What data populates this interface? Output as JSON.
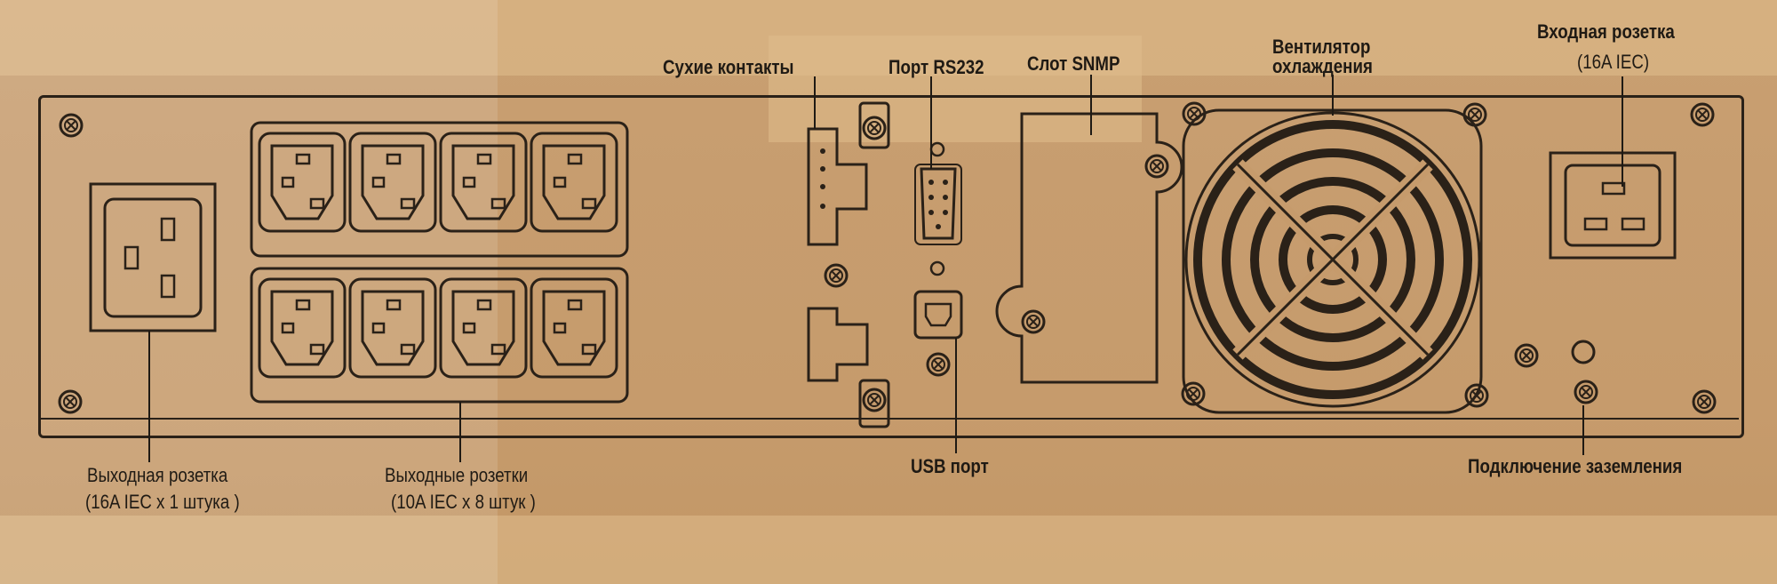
{
  "labels": {
    "dry_contacts": "Сухие контакты",
    "rs232_port": "Порт RS232",
    "snmp_slot": "Слот SNMP",
    "fan_line1": "Вентилятор",
    "fan_line2": "охлаждения",
    "input_line1": "Входная розетка",
    "input_line2": "(16A IEC)",
    "output16_line1": "Выходная розетка",
    "output16_line2": "(16A IEC x 1 штука )",
    "output10_line1": "Выходные розетки",
    "output10_line2": "(10A IEC x 8 штук )",
    "usb_port": "USB порт",
    "ground": "Подключение заземления"
  },
  "icons": {
    "screw": "screw-icon",
    "outlet_c13": "iec-c13-outlet-icon",
    "outlet_c19": "iec-c19-outlet-icon",
    "inlet_c20": "iec-c20-inlet-icon",
    "db9": "db9-port-icon",
    "usb_b": "usb-b-port-icon",
    "rj45": "rj45-port-icon",
    "terminal": "terminal-block-icon",
    "fan": "fan-grill-icon"
  },
  "colors": {
    "cardboard": "#c69b6c",
    "ink": "#2a2118"
  }
}
